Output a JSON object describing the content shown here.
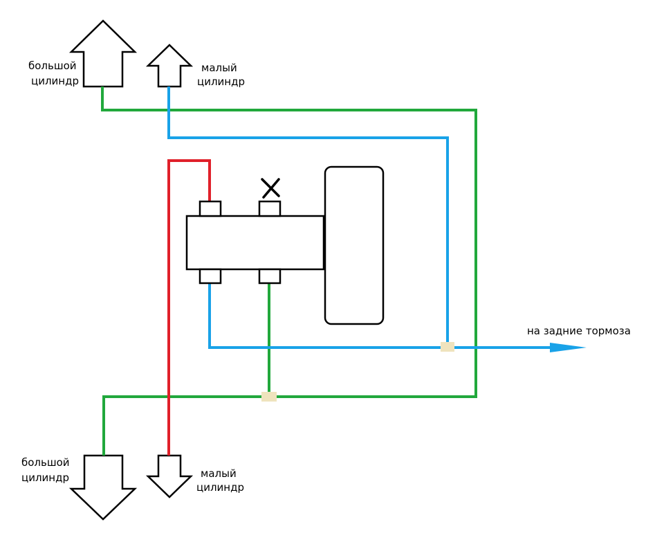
{
  "labels": {
    "top_big_1": "большой",
    "top_big_2": "цилиндр",
    "top_small_1": "малый",
    "top_small_2": "цилиндр",
    "bottom_big_1": "большой",
    "bottom_big_2": "цилиндр",
    "bottom_small_1": "малый",
    "bottom_small_2": "цилиндр",
    "rear_brakes": "на задние тормоза"
  },
  "colors": {
    "green": "#21a83c",
    "blue": "#19a2e8",
    "red": "#e0202a",
    "tee": "#efe3bd"
  },
  "icons": {
    "closed_port": "x-mark-icon",
    "output": "arrow-right-icon"
  }
}
